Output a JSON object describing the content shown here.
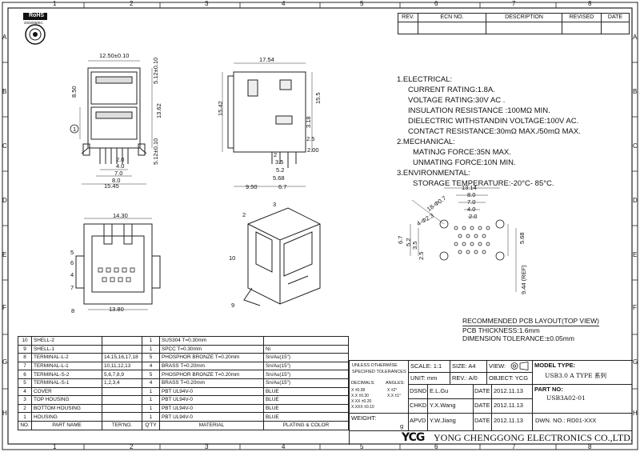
{
  "grid": {
    "columns": [
      "1",
      "2",
      "3",
      "4",
      "5",
      "6",
      "7",
      "8"
    ],
    "rows": [
      "A",
      "B",
      "C",
      "D",
      "E",
      "F",
      "G",
      "H"
    ]
  },
  "rohs": {
    "line1": "RoHS",
    "line2": "2002/95/EC"
  },
  "revision_table": {
    "headers": [
      "REV.",
      "ECN NO.",
      "DESCRIPTION",
      "REVISED",
      "DATE"
    ]
  },
  "notes": [
    "1.ELECTRICAL:",
    "CURRENT RATING:1.8A.",
    "VOLTAGE RATING:30V AC .",
    "INSULATION RESISTANCE :100MΩ MIN.",
    "DIELECTRIC WITHSTANDIN VOLTAGE:100V AC.",
    "CONTACT RESISTANCE:30mΩ MAX./50mΩ MAX.",
    "2.MECHANICAL:",
    "MATINJG FORCE:35N MAX.",
    "UNMATING FORCE:10N MIN.",
    "3.ENVIRONMENTAL:",
    "STORAGE TEMPERATURE:-20°C- 85°C."
  ],
  "front_view_dims": [
    "12.50±0.10",
    "5.12±0.10",
    "8.50",
    "13.62",
    "5.12±0.10",
    "2.0",
    "4.0",
    "7.0",
    "8.0",
    "15.45"
  ],
  "side_view_dims": [
    "17.54",
    "15.42",
    "15.5",
    "3.18",
    "2.5",
    "2.00",
    "2",
    "3.5",
    "5.2",
    "5.68",
    "9.50",
    "6.7"
  ],
  "bottom_view_dims": [
    "14.30",
    "13.80"
  ],
  "pcb_layout_dims": [
    "13.14",
    "8.0",
    "7.0",
    "4.0",
    "2.0",
    "18-Φ0.7",
    "4-Φ2.3",
    "6.7",
    "5.2",
    "3.5",
    "2.5",
    "5.68",
    "9.44 (REF)"
  ],
  "callouts": [
    "1",
    "2",
    "3",
    "4",
    "5",
    "6",
    "7",
    "8",
    "9",
    "10"
  ],
  "pcb_caption": {
    "title": "RECOMMENDED PCB LAYOUT(TOP VIEW)",
    "thickness": "PCB THICKNESS:1.6mm",
    "tolerance": "DIMENSION TOLERANCE:±0.05mm"
  },
  "bom": {
    "headers": [
      "NO.",
      "PART NAME",
      "TER'NO.",
      "Q'TY",
      "MATERIAL",
      "PLATING & COLOR"
    ],
    "rows": [
      [
        "10",
        "SHELL-2",
        "",
        "1",
        "SUS304 T=0.30mm",
        ""
      ],
      [
        "9",
        "SHELL-1",
        "",
        "1",
        "SPCC T=0.30mm",
        "Ni"
      ],
      [
        "8",
        "TERMINAL-L-2",
        "14,15,16,17,18",
        "5",
        "PHOSPHOR BRONZE T=0.20mm",
        "Sn/Au(15\")"
      ],
      [
        "7",
        "TERMINAL-L-1",
        "10,11,12,13",
        "4",
        "BRASS T=0.20mm",
        "Sn/Au(15\")"
      ],
      [
        "6",
        "TERMINAL-S-2",
        "5,6,7,8,9",
        "5",
        "PHOSPHOR BRONZE T=0.20mm",
        "Sn/Au(15\")"
      ],
      [
        "5",
        "TERMINAL-S-1",
        "1,2,3,4",
        "4",
        "BRASS T=0.20mm",
        "Sn/Au(15\")"
      ],
      [
        "4",
        "COVER",
        "",
        "1",
        "PBT UL94V-0",
        "BLUE"
      ],
      [
        "3",
        "TOP HOUSING",
        "",
        "1",
        "PBT UL94V-0",
        "BLUE"
      ],
      [
        "2",
        "BOTTOM HOUSING",
        "",
        "1",
        "PBT UL94V-0",
        "BLUE"
      ],
      [
        "1",
        "HOUSING",
        "",
        "1",
        "PBT UL94V-0",
        "BLUE"
      ]
    ]
  },
  "title_block": {
    "unless": "UNLESS OTHERWISE",
    "specified": "SPECIFIED TOLERANCES",
    "decimals": "DECIMALS:",
    "angles": "ANGLES:",
    "tol_x": "X    ±0.38",
    "tol_xx": "X.X  ±0.30",
    "tol_xxx": "X.XX ±0.20",
    "tol_xxxx": "X.XXX ±0.10",
    "ang_x": "X   ±2°",
    "ang_xx": "X.X ±1°",
    "weight_label": "WEIGHT:",
    "weight_unit": "g",
    "scale": "SCALE: 1:1",
    "size": "SIZE: A4",
    "view": "VIEW:",
    "model_type_label": "MODEL TYPE:",
    "model_type": "USB3.0 A TYPE 系列",
    "unit": "UNIT: mm",
    "rev": "REV.: A/0",
    "object": "OBJECT: YCG",
    "part_no_label": "PART NO:",
    "part_no": "USB3A02-01",
    "dsnd": "DSND",
    "dsnd_name": "E.L.Gu",
    "chkd": "CHKD",
    "chkd_name": "Y.X.Wang",
    "apvd": "APVD",
    "apvd_name": "Y.W.Jiang",
    "date_label": "DATE",
    "date": "2012.11.13",
    "dwn_no": "DWN. NO.: RD01-XXX",
    "logo": "YCG",
    "company": "YONG CHENGGONG ELECTRONICS CO.,LTD."
  }
}
